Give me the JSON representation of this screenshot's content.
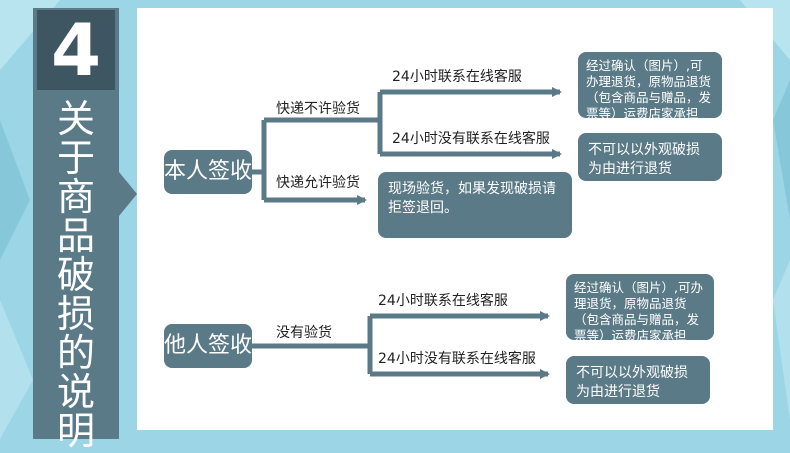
{
  "section": {
    "number": "4",
    "title": "关于商品破损的说明"
  },
  "colors": {
    "background": "#9cd6e6",
    "sidebar": "#5b7a87",
    "number_box": "#3d5662",
    "node": "#5b7a87",
    "panel": "#ffffff",
    "line": "#5b7a87"
  },
  "groups": [
    {
      "main": "本人签收",
      "branches": [
        {
          "label": "快递不许验货",
          "subbranches": [
            {
              "label": "24小时联系在线客服",
              "result": "经过确认（图片）,可办理退货，原物品退货（包含商品与赠品，发票等）运费店家承担"
            },
            {
              "label": "24小时没有联系在线客服",
              "result": "不可以以外观破损为由进行退货"
            }
          ]
        },
        {
          "label": "快递允许验货",
          "result": "现场验货，如果发现破损请拒签退回。"
        }
      ]
    },
    {
      "main": "他人签收",
      "branches": [
        {
          "label": "没有验货",
          "subbranches": [
            {
              "label": "24小时联系在线客服",
              "result": "经过确认（图片）,可办理退货，原物品退货（包含商品与赠品，发票等）运费店家承担"
            },
            {
              "label": "24小时没有联系在线客服",
              "result": "不可以以外观破损为由进行退货"
            }
          ]
        }
      ]
    }
  ]
}
